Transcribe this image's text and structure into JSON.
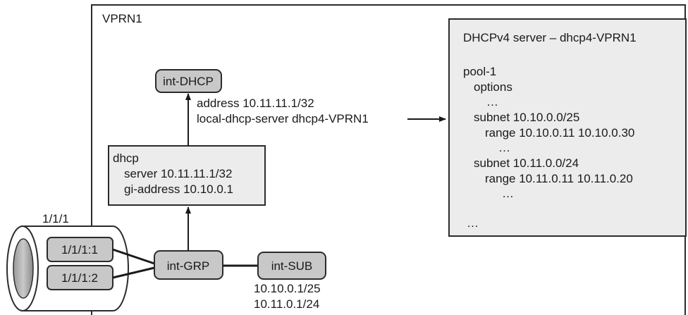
{
  "vprn": {
    "label": "VPRN1"
  },
  "port": {
    "label": "1/1/1",
    "sap1": "1/1/1:1",
    "sap2": "1/1/1:2"
  },
  "int_dhcp": {
    "label": "int-DHCP"
  },
  "int_grp": {
    "label": "int-GRP"
  },
  "int_sub": {
    "label": "int-SUB",
    "addr1": "10.10.0.1/25",
    "addr2": "10.11.0.1/24"
  },
  "dhcp_config": {
    "title": "dhcp",
    "line1": "server 10.11.11.1/32",
    "line2": "gi-address 10.10.0.1"
  },
  "int_dhcp_config": {
    "line1": "address 10.11.11.1/32",
    "line2": "local-dhcp-server dhcp4-VPRN1"
  },
  "server": {
    "title": "DHCPv4 server – dhcp4-VPRN1",
    "lines": [
      "pool-1",
      "options",
      "…",
      "subnet 10.10.0.0/25",
      "range 10.10.0.11 10.10.0.30",
      "…",
      "subnet 10.11.0.0/24",
      "range 10.11.0.11 10.11.0.20",
      "…",
      "…"
    ]
  },
  "colors": {
    "node_fill": "#c8c8c8",
    "box_fill": "#ececec",
    "stroke": "#2b2b2b"
  }
}
